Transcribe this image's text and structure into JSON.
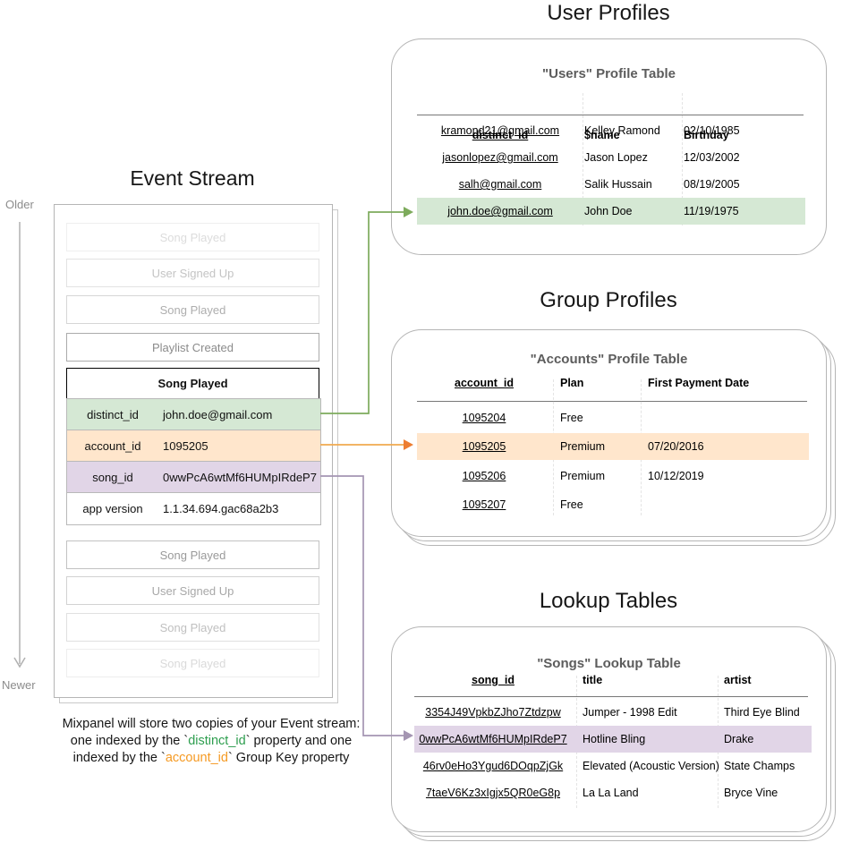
{
  "colors": {
    "highlight_green": "#d5e8d4",
    "highlight_orange": "#ffe6cc",
    "highlight_purple": "#e1d5e7",
    "caption_green": "#2e9e4f",
    "caption_orange": "#f59a23",
    "arrow_green": "#7dab5c",
    "arrow_orange": "#f0a94f",
    "arrow_orange_head": "#ed7d31",
    "arrow_purple": "#a495b2",
    "timeline_gray": "#b0b0b0"
  },
  "event_stream": {
    "title": "Event Stream",
    "older_label": "Older",
    "newer_label": "Newer",
    "faded_events_before": [
      "Song Played",
      "User Signed Up",
      "Song Played",
      "Playlist Created"
    ],
    "expanded_event": {
      "name": "Song Played",
      "properties": [
        {
          "key": "distinct_id",
          "value": "john.doe@gmail.com"
        },
        {
          "key": "account_id",
          "value": "1095205"
        },
        {
          "key": "song_id",
          "value": "0wwPcA6wtMf6HUMpIRdeP7"
        },
        {
          "key": "app version",
          "value": "1.1.34.694.gac68a2b3"
        }
      ]
    },
    "faded_events_after": [
      "Song Played",
      "User Signed Up",
      "Song Played",
      "Song Played"
    ]
  },
  "user_profiles": {
    "section_title": "User Profiles",
    "table_title": "\"Users\" Profile Table",
    "columns": [
      "distinct_id",
      "$name",
      "Birthday"
    ],
    "rows": [
      [
        "kramond21@gmail.com",
        "Kelley Ramond",
        "02/10/1985"
      ],
      [
        "jasonlopez@gmail.com",
        "Jason Lopez",
        "12/03/2002"
      ],
      [
        "salh@gmail.com",
        "Salik Hussain",
        "08/19/2005"
      ],
      [
        "john.doe@gmail.com",
        "John Doe",
        "11/19/1975"
      ]
    ],
    "highlighted_row_index": 3
  },
  "group_profiles": {
    "section_title": "Group Profiles",
    "table_title": "\"Accounts\" Profile Table",
    "columns": [
      "account_id",
      "Plan",
      "First Payment Date"
    ],
    "rows": [
      [
        "1095204",
        "Free",
        ""
      ],
      [
        "1095205",
        "Premium",
        "07/20/2016"
      ],
      [
        "1095206",
        "Premium",
        "10/12/2019"
      ],
      [
        "1095207",
        "Free",
        ""
      ]
    ],
    "highlighted_row_index": 1
  },
  "lookup_tables": {
    "section_title": "Lookup Tables",
    "table_title": "\"Songs\" Lookup Table",
    "columns": [
      "song_id",
      "title",
      "artist"
    ],
    "rows": [
      [
        "3354J49VpkbZJho7Ztdzpw",
        "Jumper - 1998 Edit",
        "Third Eye Blind"
      ],
      [
        "0wwPcA6wtMf6HUMpIRdeP7",
        "Hotline Bling",
        "Drake"
      ],
      [
        "46rv0eHo3Ygud6DOqpZjGk",
        "Elevated (Acoustic Version)",
        "State Champs"
      ],
      [
        "7taeV6Kz3xIgjx5QR0eG8p",
        "La La Land",
        "Bryce Vine"
      ]
    ],
    "highlighted_row_index": 1
  },
  "caption": {
    "line1": "Mixpanel will store two copies of your Event stream:",
    "line2_pre": "one indexed by the `",
    "line2_code": "distinct_id",
    "line2_post": "` property and one",
    "line3_pre": "indexed by the `",
    "line3_code": "account_id",
    "line3_post": "` Group Key property"
  }
}
